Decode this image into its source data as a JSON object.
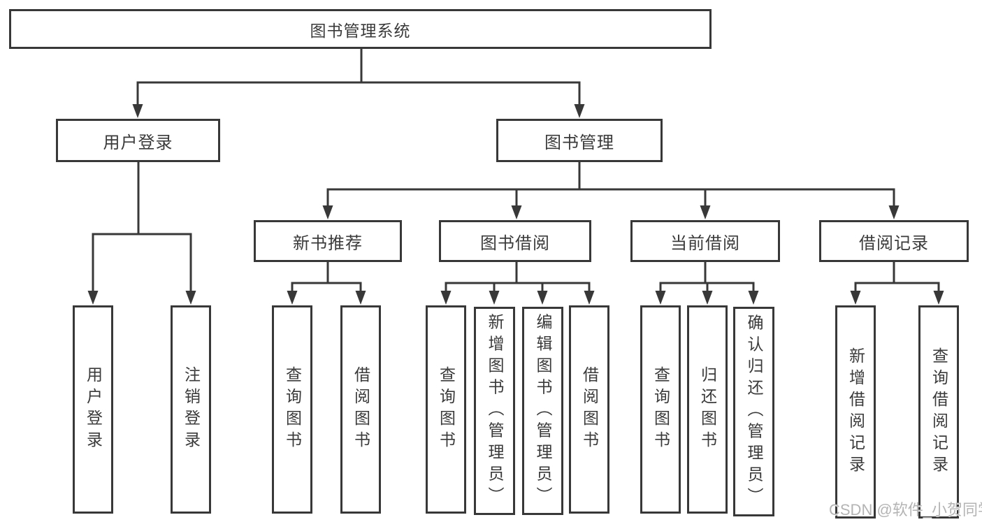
{
  "tree": {
    "root": {
      "label": "图书管理系统"
    },
    "level1": [
      {
        "label": "用户登录"
      },
      {
        "label": "图书管理"
      }
    ],
    "level2": [
      {
        "label": "新书推荐"
      },
      {
        "label": "图书借阅"
      },
      {
        "label": "当前借阅"
      },
      {
        "label": "借阅记录"
      }
    ],
    "leaves": [
      {
        "label": "用户登录"
      },
      {
        "label": "注销登录"
      },
      {
        "label": "查询图书"
      },
      {
        "label": "借阅图书"
      },
      {
        "label": "查询图书"
      },
      {
        "label": "新增图书（管理员）"
      },
      {
        "label": "编辑图书（管理员）"
      },
      {
        "label": "借阅图书"
      },
      {
        "label": "查询图书"
      },
      {
        "label": "归还图书"
      },
      {
        "label": "确认归还（管理员）"
      },
      {
        "label": "新增借阅记录"
      },
      {
        "label": "查询借阅记录"
      }
    ]
  },
  "watermark": {
    "text": "CSDN @软件_小贺同学"
  },
  "colors": {
    "line": "#383838",
    "background": "#ffffff",
    "watermark": "#b4b4b4"
  }
}
